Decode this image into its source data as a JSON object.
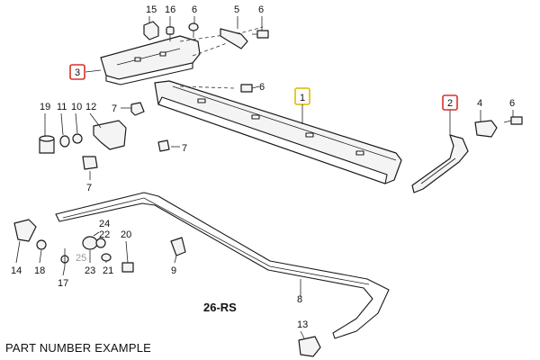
{
  "caption": "PART NUMBER EXAMPLE",
  "model_code": "26-RS",
  "callouts": {
    "c1": "1",
    "c2": "2",
    "c3": "3",
    "c4": "4",
    "c5": "5",
    "c6a": "6",
    "c6b": "6",
    "c6c": "6",
    "c6d": "6",
    "c7a": "7",
    "c7b": "7",
    "c7c": "7",
    "c8": "8",
    "c9": "9",
    "c10": "10",
    "c11": "11",
    "c12": "12",
    "c13": "13",
    "c14": "14",
    "c15": "15",
    "c16": "16",
    "c17": "17",
    "c18": "18",
    "c19": "19",
    "c20": "20",
    "c21": "21",
    "c22": "22",
    "c23": "23",
    "c24": "24",
    "c25": "25"
  },
  "highlight_colors": {
    "red": "#d9302c",
    "yellow": "#e2c21d"
  }
}
